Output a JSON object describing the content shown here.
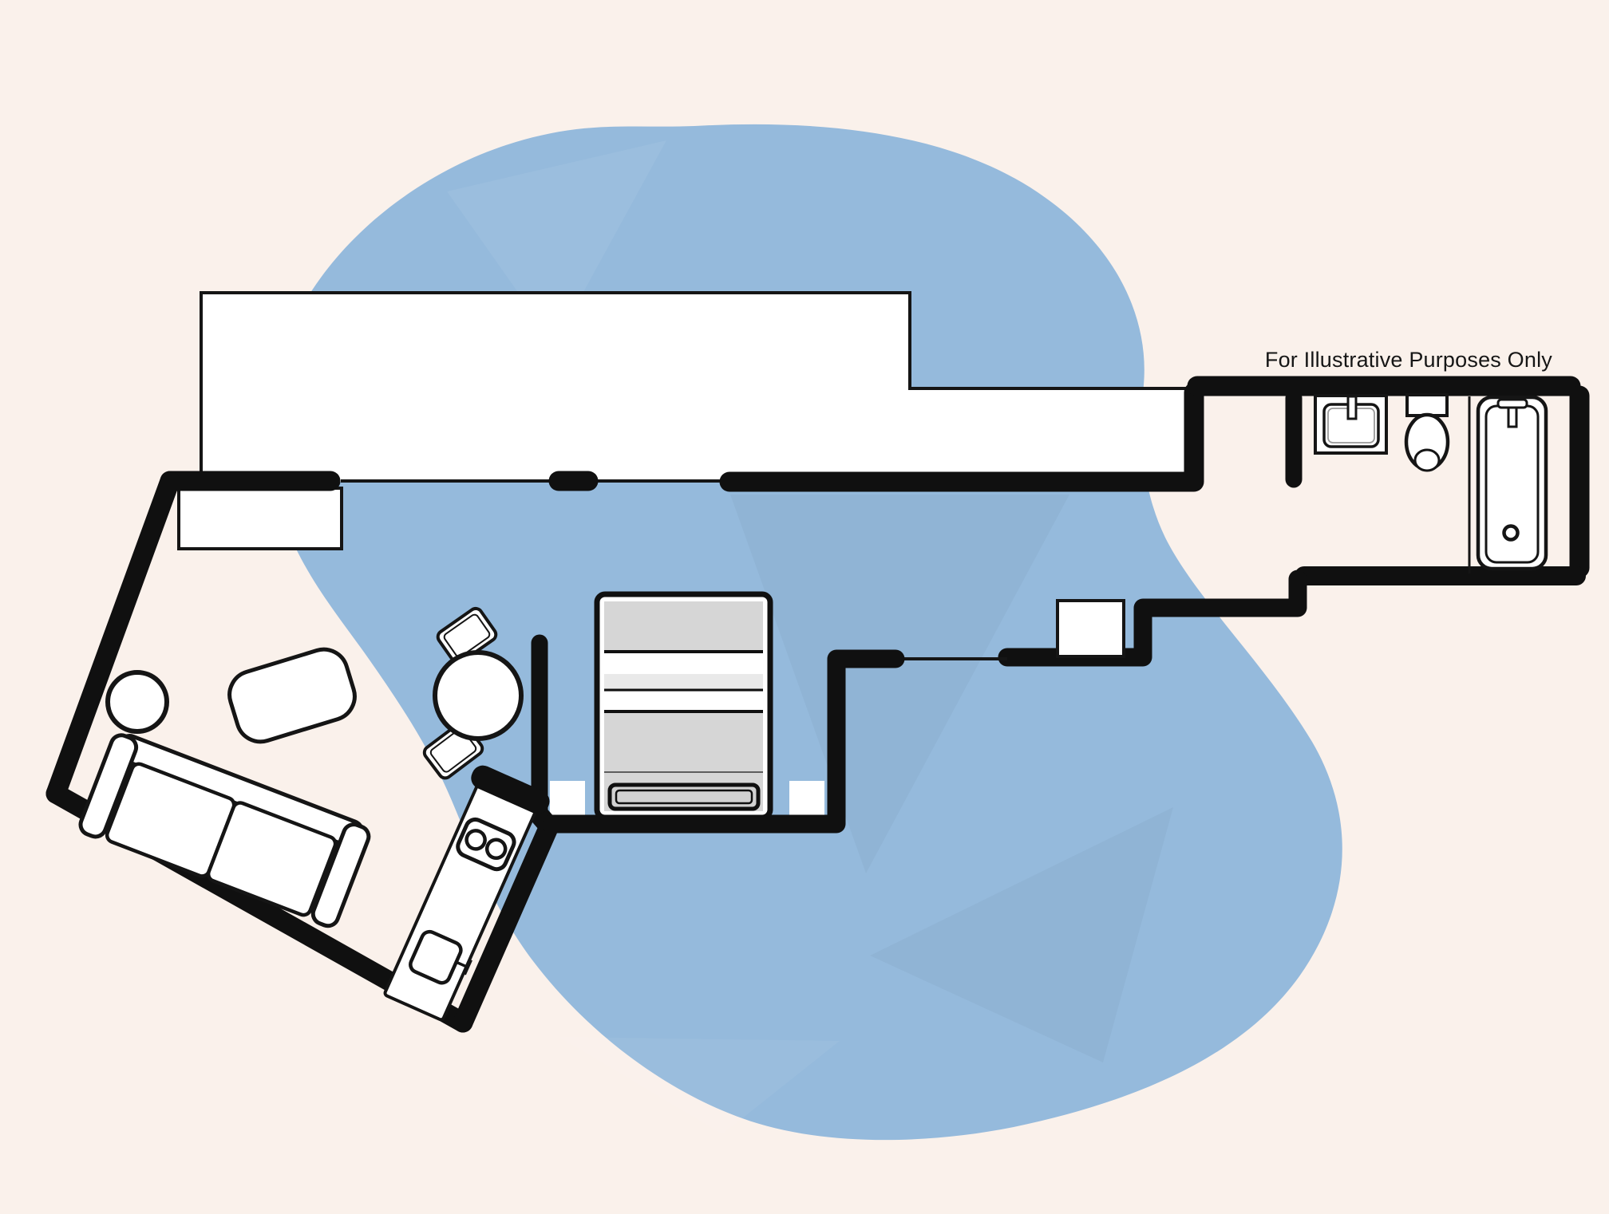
{
  "annotation": {
    "disclaimer": "For Illustrative Purposes Only"
  },
  "colors": {
    "background": "#faf1eb",
    "blob": "#95badc",
    "wall": "#101010",
    "line": "#151515",
    "floor": "#ffffff",
    "fixture_fill": "#ffffff",
    "bed_gray": "#d6d6d6",
    "bed_gray_light": "#e9e9e9",
    "footboard_gray": "#d2d2d2"
  },
  "figure": {
    "type": "floor-plan",
    "elements": [
      "corridor",
      "closet",
      "living-room",
      "dining-area",
      "kitchen",
      "bedroom",
      "bathroom",
      "sofa",
      "coffee-table",
      "side-table",
      "dining-table",
      "dining-chairs",
      "kitchen-counter",
      "stove",
      "kitchen-sink",
      "bed",
      "nightstands",
      "stair-window",
      "bathroom-sink",
      "toilet",
      "bathtub"
    ]
  }
}
